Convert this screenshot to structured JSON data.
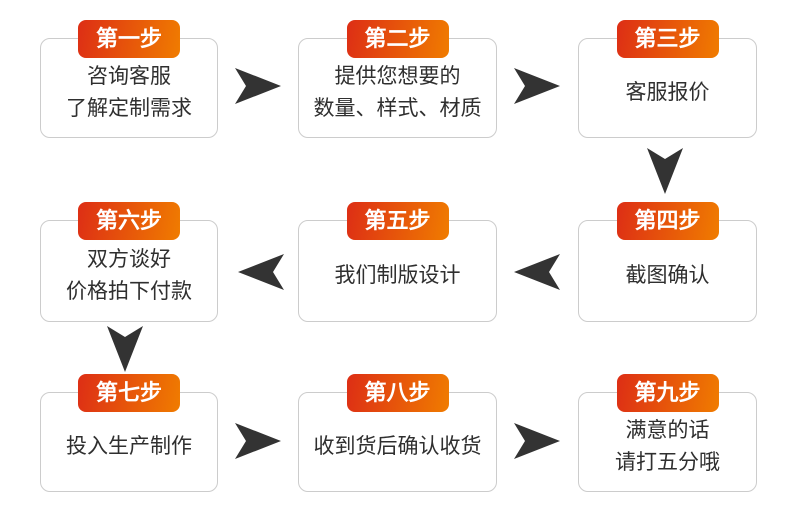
{
  "steps": [
    {
      "badge": "第一步",
      "text": "咨询客服\n了解定制需求"
    },
    {
      "badge": "第二步",
      "text": "提供您想要的\n数量、样式、材质"
    },
    {
      "badge": "第三步",
      "text": "客服报价"
    },
    {
      "badge": "第四步",
      "text": "截图确认"
    },
    {
      "badge": "第五步",
      "text": "我们制版设计"
    },
    {
      "badge": "第六步",
      "text": "双方谈好\n价格拍下付款"
    },
    {
      "badge": "第七步",
      "text": "投入生产制作"
    },
    {
      "badge": "第八步",
      "text": "收到货后确认收货"
    },
    {
      "badge": "第九步",
      "text": "满意的话\n请打五分哦"
    }
  ],
  "arrows": [
    {
      "from": "第一步",
      "to": "第二步",
      "direction": "right"
    },
    {
      "from": "第二步",
      "to": "第三步",
      "direction": "right"
    },
    {
      "from": "第三步",
      "to": "第四步",
      "direction": "down"
    },
    {
      "from": "第四步",
      "to": "第五步",
      "direction": "left"
    },
    {
      "from": "第五步",
      "to": "第六步",
      "direction": "left"
    },
    {
      "from": "第六步",
      "to": "第七步",
      "direction": "down"
    },
    {
      "from": "第七步",
      "to": "第八步",
      "direction": "right"
    },
    {
      "from": "第八步",
      "to": "第九步",
      "direction": "right"
    }
  ],
  "colors": {
    "badge_gradient_start": "#dd2e15",
    "badge_gradient_end": "#f07c00",
    "arrow": "#333333",
    "box_border": "#cccccc",
    "text": "#2f2f2f",
    "background": "#ffffff"
  }
}
